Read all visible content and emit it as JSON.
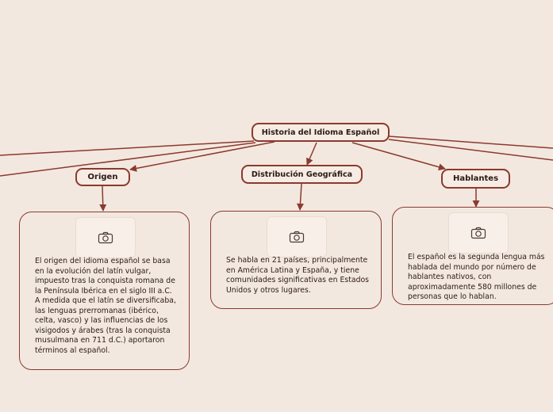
{
  "root": {
    "label": "Historia del Idioma Español"
  },
  "branches": [
    {
      "id": "origen",
      "label": "Origen",
      "text": "El origen del idioma español se basa en la evolución del latín vulgar, impuesto tras la conquista romana de la Península Ibérica en el siglo III a.C. A medida que el latín se diversificaba, las lenguas prerromanas (ibérico, celta, vasco) y las influencias de los visigodos y árabes (tras la conquista musulmana en 711 d.C.) aportaron términos al español.",
      "image_icon": "camera-icon"
    },
    {
      "id": "distribucion",
      "label": "Distribución Geográfica",
      "text": "Se habla en 21 países, principalmente en América Latina y España, y tiene comunidades significativas en Estados Unidos y otros lugares.",
      "image_icon": "camera-icon"
    },
    {
      "id": "hablantes",
      "label": "Hablantes",
      "text": "El español es la segunda lengua más hablada del mundo por número de hablantes nativos, con aproximadamente 580 millones de personas que lo hablan.",
      "image_icon": "camera-icon"
    }
  ],
  "colors": {
    "background": "#f3e8df",
    "line": "#8b3a2f",
    "text": "#2b1a16"
  }
}
